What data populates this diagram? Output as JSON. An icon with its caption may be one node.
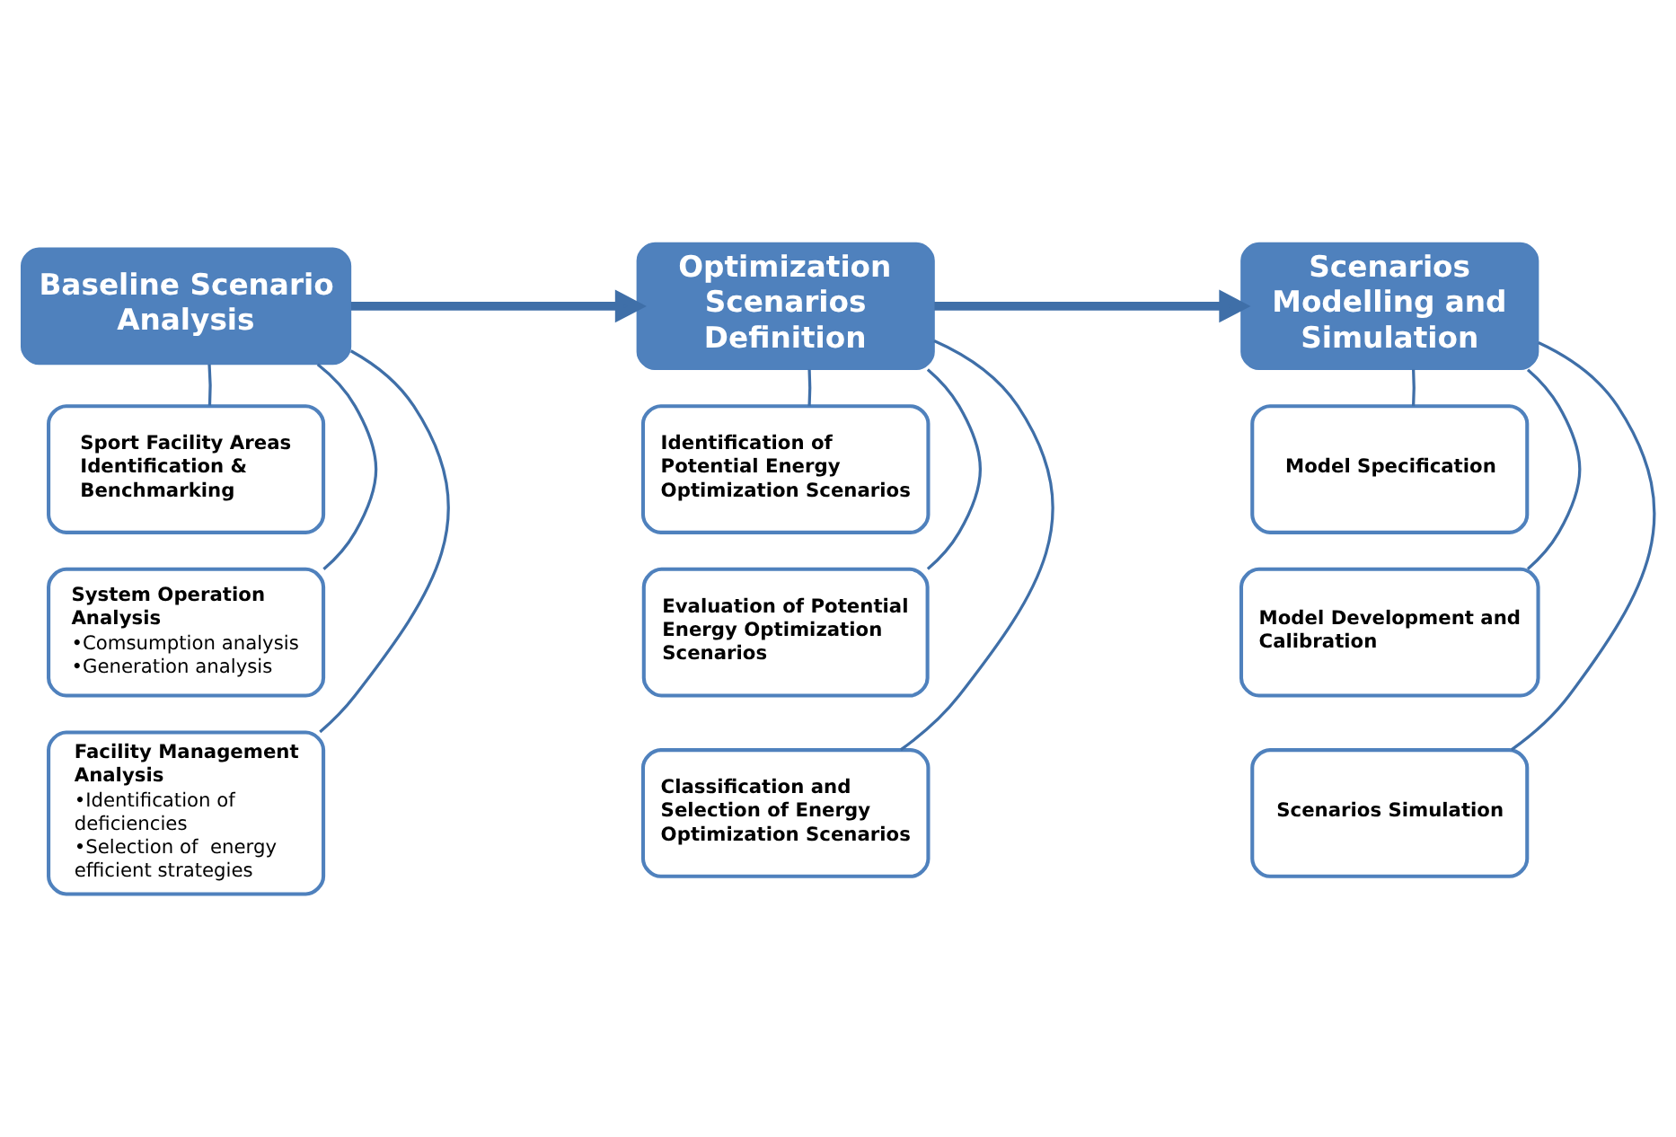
{
  "diagram": {
    "nodes": [
      {
        "text": [
          "Baseline Scenario Analysis"
        ]
      },
      {
        "text": [
          "Sport Facility Areas Identification & Benchmarking"
        ]
      },
      {
        "text": [
          "System Operation Analysis",
          "•Comsumption analysis",
          "•Generation analysis"
        ]
      },
      {
        "text": [
          "Facility Management Analysis",
          "•Identification of deficiencies",
          "•Selection of  energy efficient strategies"
        ]
      },
      {
        "text": [
          "Optimization Scenarios Definition"
        ]
      },
      {
        "text": [
          "Identification of Potential Energy Optimization Scenarios"
        ]
      },
      {
        "text": [
          "Evaluation of Potential Energy Optimization Scenarios"
        ]
      },
      {
        "text": [
          "Classification and Selection of Energy Optimization Scenarios"
        ]
      },
      {
        "text": [
          "Scenarios Modelling and Simulation"
        ]
      },
      {
        "text": [
          "Model Specification"
        ]
      },
      {
        "text": [
          "Model Development and Calibration"
        ]
      },
      {
        "text": [
          "Scenarios Simulation"
        ]
      }
    ],
    "edges": [
      {
        "from": 0,
        "to": 4,
        "arrow": "to",
        "style": "thick"
      },
      {
        "from": 4,
        "to": 8,
        "arrow": "to",
        "style": "thick"
      },
      {
        "from": 0,
        "to": 1,
        "arrow": "none"
      },
      {
        "from": 0,
        "to": 2,
        "arrow": "none"
      },
      {
        "from": 0,
        "to": 3,
        "arrow": "none"
      },
      {
        "from": 4,
        "to": 5,
        "arrow": "none"
      },
      {
        "from": 4,
        "to": 6,
        "arrow": "none"
      },
      {
        "from": 4,
        "to": 7,
        "arrow": "none"
      },
      {
        "from": 8,
        "to": 9,
        "arrow": "none"
      },
      {
        "from": 8,
        "to": 10,
        "arrow": "none"
      },
      {
        "from": 8,
        "to": 11,
        "arrow": "none"
      }
    ]
  }
}
